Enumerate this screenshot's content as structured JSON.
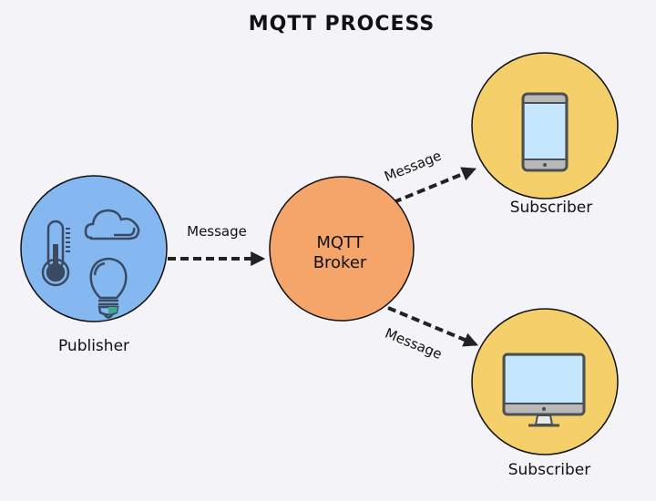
{
  "title": "MQTT PROCESS",
  "nodes": {
    "publisher": {
      "label": "Publisher",
      "color": "#85b8f0",
      "icons": [
        "thermometer-icon",
        "cloud-icon",
        "lightbulb-icon"
      ]
    },
    "broker": {
      "line1": "MQTT",
      "line2": "Broker",
      "color": "#f5a46a"
    },
    "subscriber_top": {
      "label": "Subscriber",
      "color": "#f5d06a",
      "icon": "smartphone-icon"
    },
    "subscriber_bottom": {
      "label": "Subscriber",
      "color": "#f5d06a",
      "icon": "desktop-monitor-icon"
    }
  },
  "edges": [
    {
      "from": "publisher",
      "to": "broker",
      "label": "Message"
    },
    {
      "from": "broker",
      "to": "subscriber_top",
      "label": "Message"
    },
    {
      "from": "broker",
      "to": "subscriber_bottom",
      "label": "Message"
    }
  ]
}
